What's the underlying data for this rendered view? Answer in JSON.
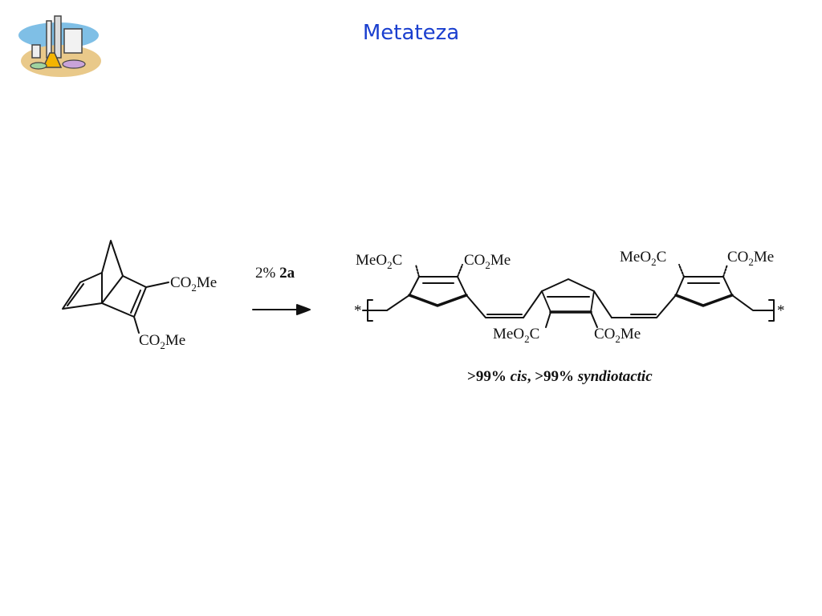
{
  "slide": {
    "title": "Metateza"
  },
  "scheme": {
    "reagent_amount": "2%",
    "reagent_name": "2a",
    "monomer": {
      "ester_top": {
        "pre": "CO",
        "sub": "2",
        "post": "Me"
      },
      "ester_bottom": {
        "pre": "CO",
        "sub": "2",
        "post": "Me"
      }
    },
    "polymer": {
      "end_mark": "*",
      "unit1_ester_left": {
        "pre": "MeO",
        "sub": "2",
        "post": "C"
      },
      "unit1_ester_right": {
        "pre": "CO",
        "sub": "2",
        "post": "Me"
      },
      "unit2_ester_left": {
        "pre": "MeO",
        "sub": "2",
        "post": "C"
      },
      "unit2_ester_right": {
        "pre": "CO",
        "sub": "2",
        "post": "Me"
      },
      "unit3_ester_left": {
        "pre": "MeO",
        "sub": "2",
        "post": "C"
      },
      "unit3_ester_right": {
        "pre": "CO",
        "sub": "2",
        "post": "Me"
      }
    },
    "selectivity": {
      "cis_value": ">99%",
      "cis_word": "cis",
      "separator": ",",
      "syndio_value": ">99%",
      "syndio_word": "syndiotactic"
    }
  }
}
